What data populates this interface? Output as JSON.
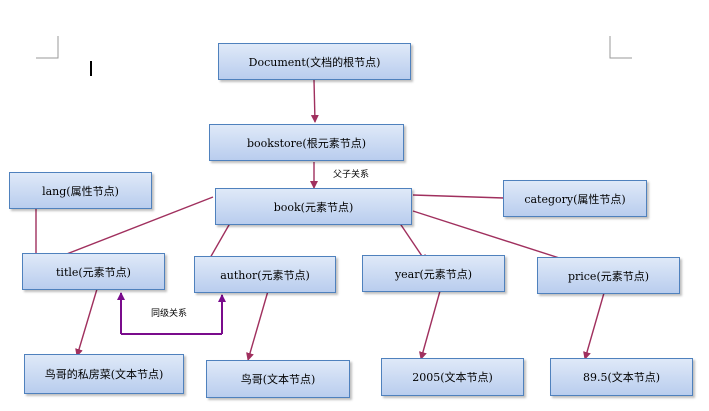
{
  "nodes": {
    "document": "Document(文档的根节点)",
    "bookstore": "bookstore(根元素节点)",
    "book": "book(元素节点)",
    "lang": "lang(属性节点)",
    "category": "category(属性节点)",
    "title": "title(元素节点)",
    "author": "author(元素节点)",
    "year": "year(元素节点)",
    "price": "price(元素节点)",
    "title_text": "鸟哥的私房菜(文本节点)",
    "author_text": "鸟哥(文本节点)",
    "year_text": "2005(文本节点)",
    "price_text": "89.5(文本节点)"
  },
  "labels": {
    "parent_child": "父子关系",
    "sibling": "同级关系"
  },
  "colors": {
    "edge": "#a0305e",
    "sibling_edge": "#7a0c8c",
    "node_border": "#4f81bd"
  }
}
